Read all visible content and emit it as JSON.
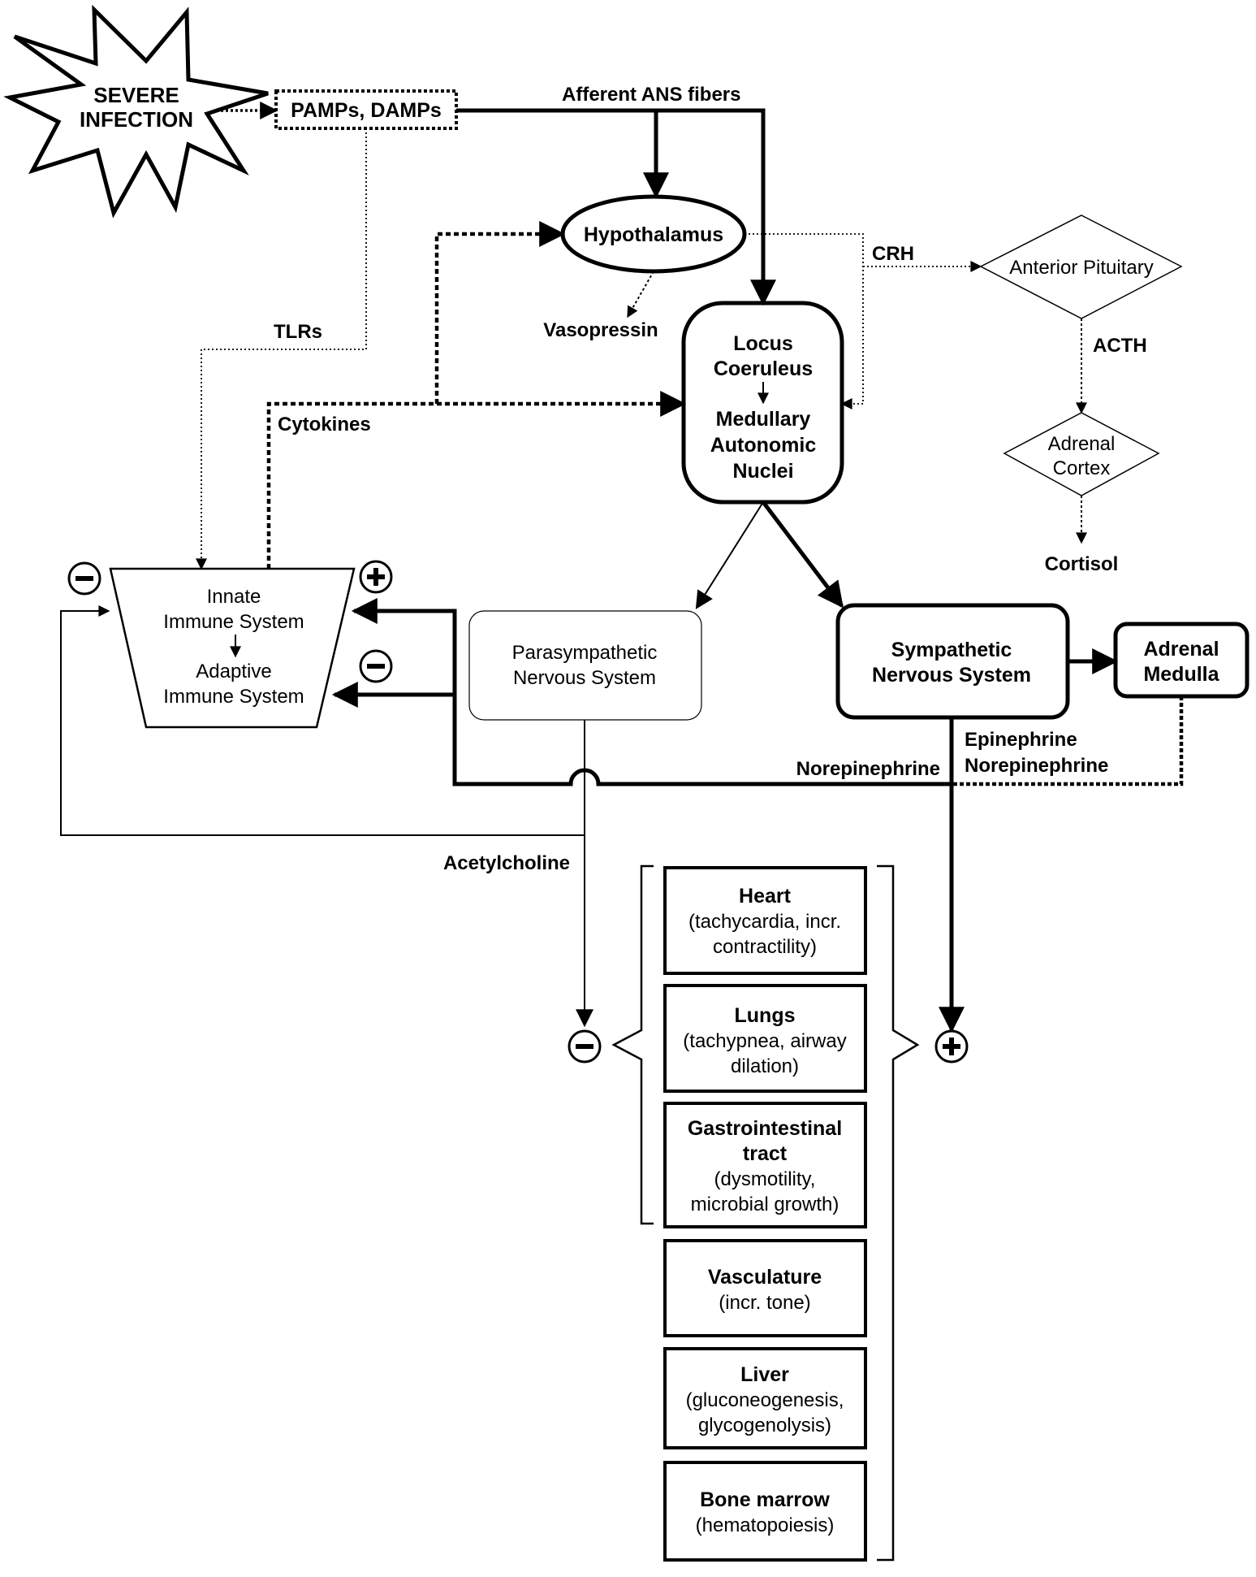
{
  "nodes": {
    "severe_infection": [
      "SEVERE",
      "INFECTION"
    ],
    "pamps": "PAMPs, DAMPs",
    "hypothalamus": "Hypothalamus",
    "anterior_pituitary": "Anterior Pituitary",
    "adrenal_cortex": [
      "Adrenal",
      "Cortex"
    ],
    "locus": [
      "Locus",
      "Coeruleus",
      "Medullary",
      "Autonomic",
      "Nuclei"
    ],
    "immune": [
      "Innate",
      "Immune System",
      "Adaptive",
      "Immune System"
    ],
    "parasympathetic": [
      "Parasympathetic",
      "Nervous System"
    ],
    "sympathetic": [
      "Sympathetic",
      "Nervous System"
    ],
    "adrenal_medulla": [
      "Adrenal",
      "Medulla"
    ]
  },
  "labels": {
    "afferent": "Afferent ANS fibers",
    "crh": "CRH",
    "acth": "ACTH",
    "cortisol": "Cortisol",
    "vasopressin": "Vasopressin",
    "tlrs": "TLRs",
    "cytokines": "Cytokines",
    "epinephrine": "Epinephrine",
    "norepinephrine_right": "Norepinephrine",
    "norepinephrine_left": "Norepinephrine",
    "acetylcholine": "Acetylcholine"
  },
  "organs": [
    {
      "name": "Heart",
      "detail": [
        "(tachycardia, incr.",
        "contractility)"
      ]
    },
    {
      "name": "Lungs",
      "detail": [
        "(tachypnea, airway",
        "dilation)"
      ]
    },
    {
      "name": [
        "Gastrointestinal",
        "tract"
      ],
      "detail": [
        "(dysmotility,",
        "microbial growth)"
      ]
    },
    {
      "name": "Vasculature",
      "detail": [
        "(incr. tone)"
      ]
    },
    {
      "name": "Liver",
      "detail": [
        "(gluconeogenesis,",
        "glycogenolysis)"
      ]
    },
    {
      "name": "Bone marrow",
      "detail": [
        "(hematopoiesis)"
      ]
    }
  ],
  "signs": {
    "minus": "−",
    "plus": "+"
  }
}
